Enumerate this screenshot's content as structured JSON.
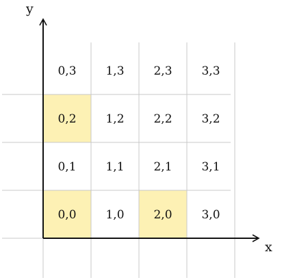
{
  "axes": {
    "x_label": "x",
    "y_label": "y"
  },
  "colors": {
    "highlight": "#fdf1b4",
    "grid": "#c8c8c8",
    "axis": "#111111"
  },
  "grid": {
    "columns": 4,
    "rows": 4
  },
  "cells": [
    {
      "col": 0,
      "row": 0,
      "label": "0,0",
      "highlighted": true
    },
    {
      "col": 1,
      "row": 0,
      "label": "1,0",
      "highlighted": false
    },
    {
      "col": 2,
      "row": 0,
      "label": "2,0",
      "highlighted": true
    },
    {
      "col": 3,
      "row": 0,
      "label": "3,0",
      "highlighted": false
    },
    {
      "col": 0,
      "row": 1,
      "label": "0,1",
      "highlighted": false
    },
    {
      "col": 1,
      "row": 1,
      "label": "1,1",
      "highlighted": false
    },
    {
      "col": 2,
      "row": 1,
      "label": "2,1",
      "highlighted": false
    },
    {
      "col": 3,
      "row": 1,
      "label": "3,1",
      "highlighted": false
    },
    {
      "col": 0,
      "row": 2,
      "label": "0,2",
      "highlighted": true
    },
    {
      "col": 1,
      "row": 2,
      "label": "1,2",
      "highlighted": false
    },
    {
      "col": 2,
      "row": 2,
      "label": "2,2",
      "highlighted": false
    },
    {
      "col": 3,
      "row": 2,
      "label": "3,2",
      "highlighted": false
    },
    {
      "col": 0,
      "row": 3,
      "label": "0,3",
      "highlighted": false
    },
    {
      "col": 1,
      "row": 3,
      "label": "1,3",
      "highlighted": false
    },
    {
      "col": 2,
      "row": 3,
      "label": "2,3",
      "highlighted": false
    },
    {
      "col": 3,
      "row": 3,
      "label": "3,3",
      "highlighted": false
    }
  ]
}
